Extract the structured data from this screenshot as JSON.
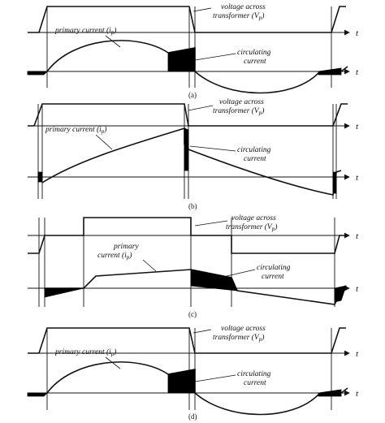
{
  "panels": [
    {
      "id": "a",
      "caption": "(a)",
      "voltage_label": [
        "voltage across",
        "transformer (V"
      ],
      "primary_label": [
        "primary current (i"
      ],
      "circulating_label": [
        "circulating",
        "current"
      ],
      "axis_symbol": "t"
    },
    {
      "id": "b",
      "caption": "(b)",
      "voltage_label": [
        "voltage across",
        "transformer (V"
      ],
      "primary_label": [
        "primary current (i"
      ],
      "circulating_label": [
        "circulating",
        "current"
      ],
      "axis_symbol": "t"
    },
    {
      "id": "c",
      "caption": "(c)",
      "voltage_label": [
        "voltage across",
        "transformer (V"
      ],
      "primary_label": [
        "primary",
        "current (i"
      ],
      "circulating_label": [
        "circulating",
        "current"
      ],
      "axis_symbol": "t"
    },
    {
      "id": "d",
      "caption": "(d)",
      "voltage_label": [
        "voltage across",
        "transformer (V"
      ],
      "primary_label": [
        "primary current (i"
      ],
      "circulating_label": [
        "circulating",
        "current"
      ],
      "axis_symbol": "t"
    }
  ],
  "subscript": "p",
  "closing_paren": ")"
}
